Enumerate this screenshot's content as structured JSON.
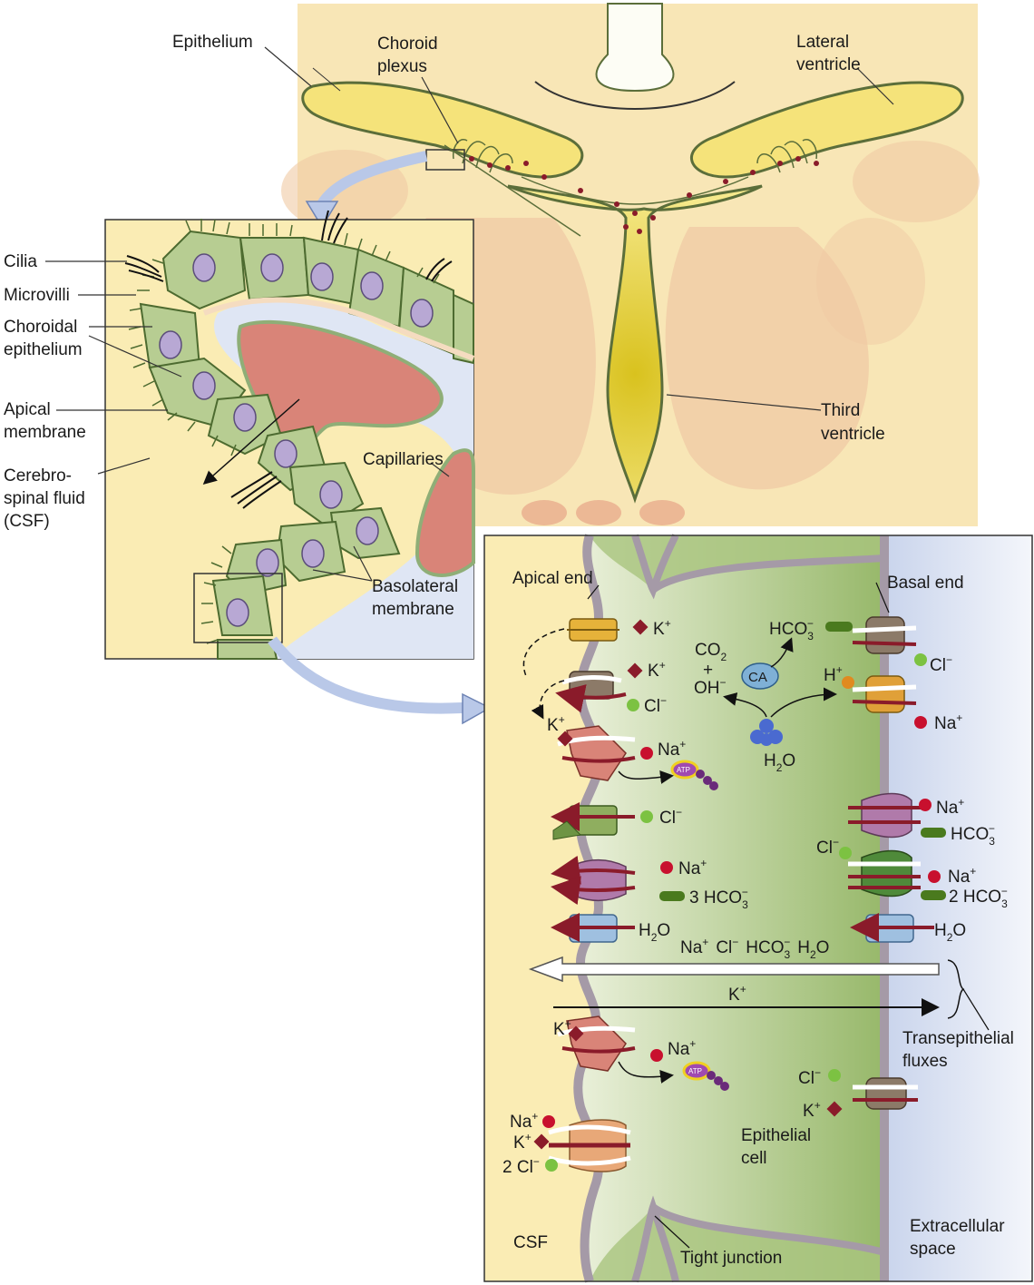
{
  "brain": {
    "epithelium": "Epithelium",
    "choroid_plexus": [
      "Choroid",
      "plexus"
    ],
    "lateral_ventricle": [
      "Lateral",
      "ventricle"
    ],
    "third_ventricle": [
      "Third",
      "ventricle"
    ]
  },
  "zoom1": {
    "cilia": "Cilia",
    "microvilli": "Microvilli",
    "choroidal_epithelium": [
      "Choroidal",
      "epithelium"
    ],
    "apical_membrane": [
      "Apical",
      "membrane"
    ],
    "csf": [
      "Cerebro-",
      "spinal fluid",
      "(CSF)"
    ],
    "capillaries": "Capillaries",
    "basolateral_membrane": [
      "Basolateral",
      "membrane"
    ]
  },
  "zoom2": {
    "apical_end": "Apical end",
    "basal_end": "Basal end",
    "hco3": "HCO",
    "co2": "CO",
    "plus": "+",
    "oh": "OH",
    "ca": "CA",
    "h": "H",
    "h2o": "H",
    "k": "K",
    "na": "Na",
    "cl": "Cl",
    "atp": "ATP",
    "three_hco3": "3 HCO",
    "two_hco3": "2 HCO",
    "two_cl": "2 Cl",
    "flux_line": [
      "Na",
      "Cl",
      "HCO",
      "H"
    ],
    "transepithelial_fluxes": [
      "Transepithelial",
      "fluxes"
    ],
    "epithelial_cell": [
      "Epithelial",
      "cell"
    ],
    "csf": "CSF",
    "extracellular_space": [
      "Extracellular",
      "space"
    ],
    "tight_junction": "Tight junction"
  },
  "colors": {
    "csf_yellow": "#faecb4",
    "cell_green": "#a9c47e",
    "ventricle": "#f5e37a",
    "capillary": "#d98478",
    "extracellular": "#dfe6f4",
    "membrane": "#a59aa7",
    "k_ion": "#8a1b2a",
    "na_ion": "#c8102e",
    "cl_ion": "#7cc242",
    "hco3_ion": "#4a7a1e"
  }
}
